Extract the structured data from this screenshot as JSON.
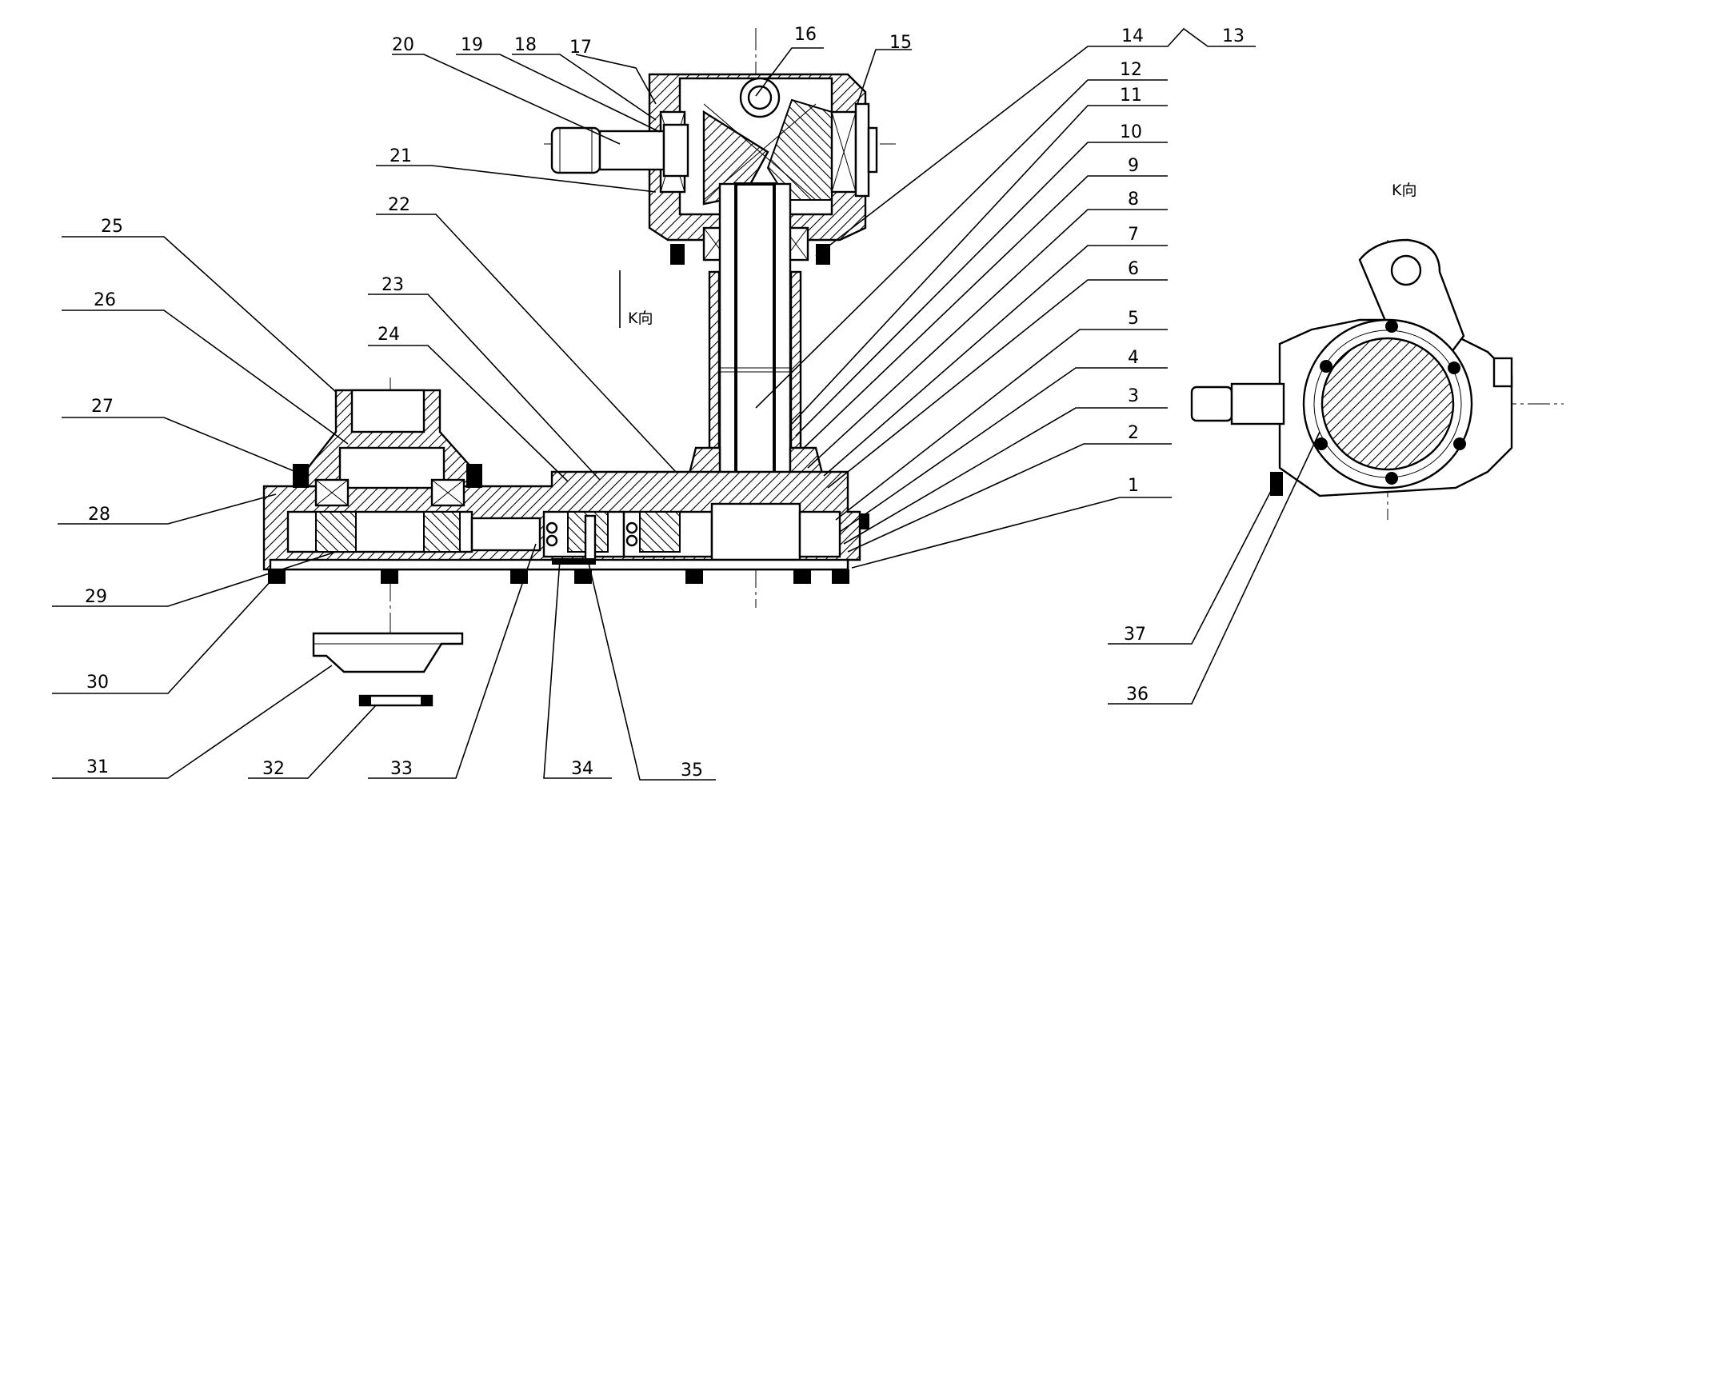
{
  "drawing": {
    "part_numbers": [
      "1",
      "2",
      "3",
      "4",
      "5",
      "6",
      "7",
      "8",
      "9",
      "10",
      "11",
      "12",
      "13",
      "14",
      "15",
      "16",
      "17",
      "18",
      "19",
      "20",
      "21",
      "22",
      "23",
      "24",
      "25",
      "26",
      "27",
      "28",
      "29",
      "30",
      "31",
      "32",
      "33",
      "34",
      "35",
      "36",
      "37"
    ],
    "view_label_side": "K向",
    "view_label_title": "K向"
  }
}
